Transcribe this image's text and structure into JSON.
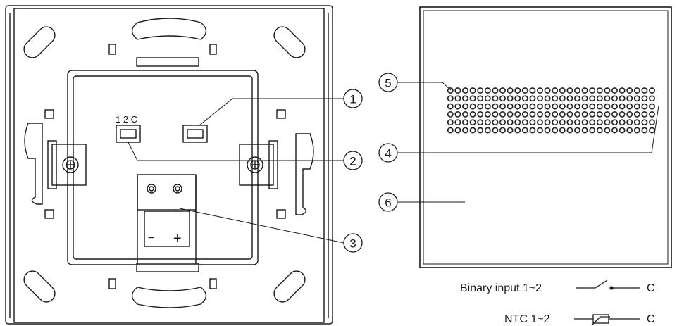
{
  "callouts": {
    "c1": "1",
    "c2": "2",
    "c3": "3",
    "c4": "4",
    "c5": "5",
    "c6": "6"
  },
  "terminal_label": "1 2 C",
  "polarity": {
    "minus": "−",
    "plus": "+"
  },
  "legend": {
    "binary_label": "Binary input 1~2",
    "binary_terminal": "C",
    "ntc_label": "NTC 1~2",
    "ntc_terminal": "C"
  },
  "colors": {
    "line": "#1a1a1a",
    "background": "#ffffff"
  }
}
